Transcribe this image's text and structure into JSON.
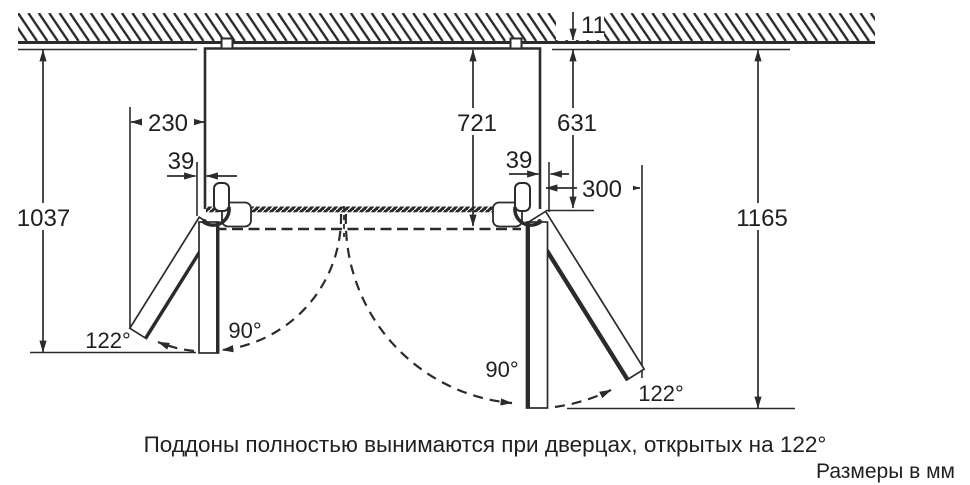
{
  "diagram": {
    "caption": "Поддоны полностью вынимаются при дверцах, открытых на 122°",
    "units_note": "Размеры в мм",
    "dimensions": {
      "wall_gap": "11",
      "left_projection_122": "230",
      "left_door_offset": "39",
      "depth_with_doors": "721",
      "body_depth": "631",
      "right_door_offset": "39",
      "right_projection_122": "300",
      "left_total_depth_open": "1037",
      "right_total_depth_open": "1165"
    },
    "angles": {
      "left_122": "122°",
      "left_90": "90°",
      "right_90": "90°",
      "right_122": "122°"
    },
    "colors": {
      "ink": "#2b2b2b",
      "background": "#ffffff"
    }
  }
}
